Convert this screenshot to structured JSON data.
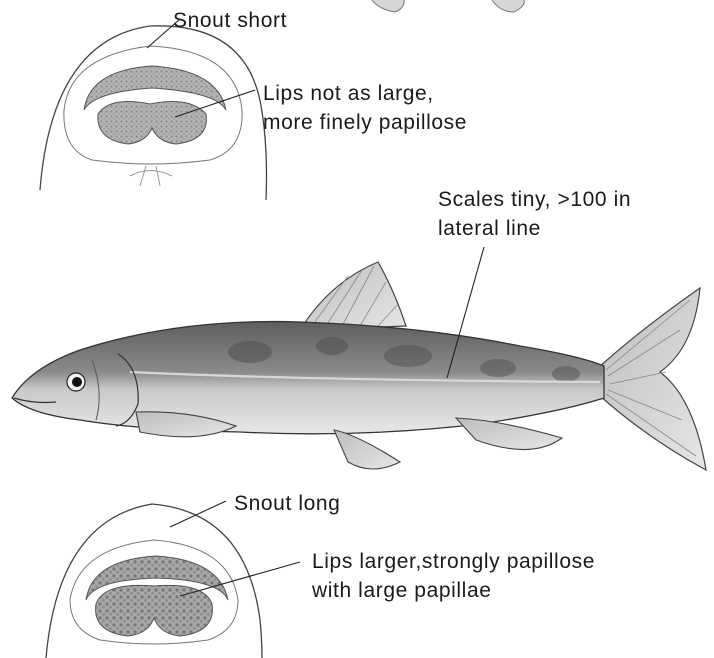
{
  "annotations": {
    "snout_short": "Snout short",
    "lips_small": {
      "line1": "Lips not as large,",
      "line2": "more finely papillose"
    },
    "scales": {
      "line1": "Scales tiny, >100 in",
      "line2": "lateral line"
    },
    "snout_long": "Snout long",
    "lips_large": {
      "line1": "Lips larger,strongly papillose",
      "line2": "with large papillae"
    }
  },
  "colors": {
    "ink": "#1a1a1a",
    "lip_shading": "#9a9a9a",
    "fish_back": "#6e6e6e",
    "fish_belly": "#dcdcdc",
    "background": "#ffffff"
  }
}
